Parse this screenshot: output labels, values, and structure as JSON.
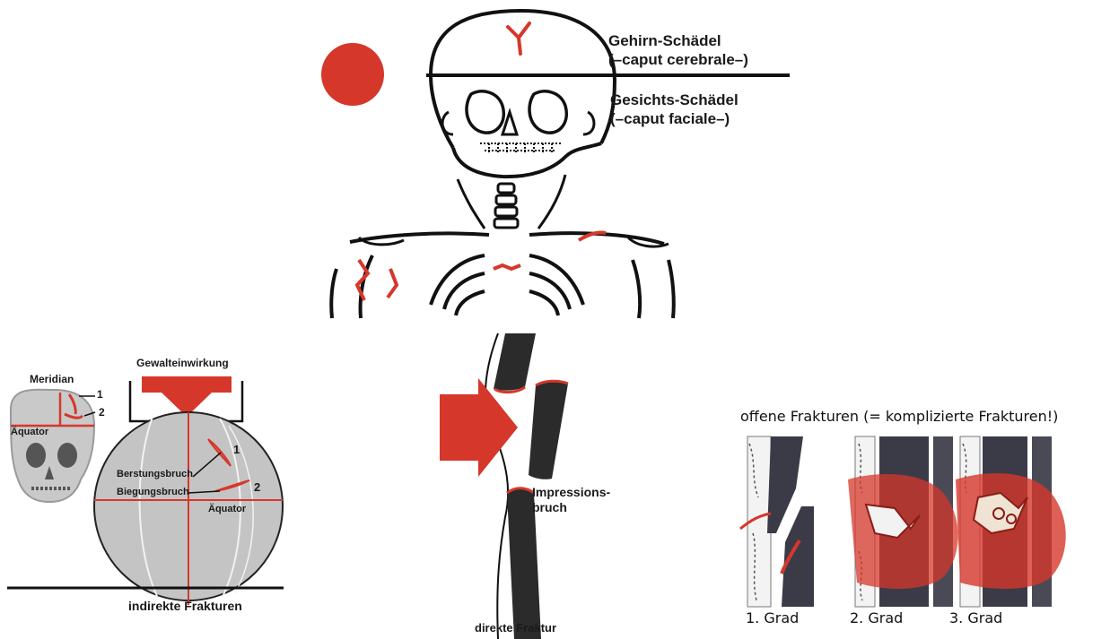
{
  "skull_panel": {
    "brain_label": "Gehirn-Schädel",
    "brain_latin": "(–caput cerebrale–)",
    "face_label": "Gesichts-Schädel",
    "face_latin": "(–caput faciale–)"
  },
  "indirect_panel": {
    "meridian": "Meridian",
    "num1_small": "1",
    "num2_small": "2",
    "aequator_small": "Äquator",
    "force": "Gewalteinwirkung",
    "num1_big": "1",
    "num2_big": "2",
    "berstungsbruch": "Berstungsbruch",
    "biegungsbruch": "Biegungsbruch",
    "aequator_big": "Äquator",
    "caption": "indirekte Frakturen"
  },
  "direct_panel": {
    "impression_line1": "Impressions-",
    "impression_line2": "bruch",
    "caption": "direkte Fraktur"
  },
  "open_panel": {
    "title": "offene Frakturen (= komplizierte Frakturen!)",
    "grades": [
      "1. Grad",
      "2. Grad",
      "3. Grad"
    ]
  },
  "colors": {
    "accent_red": "#d6372b",
    "ink": "#111111",
    "bone_gray": "#c9c9c9",
    "dark_bone": "#2b2b2b"
  }
}
